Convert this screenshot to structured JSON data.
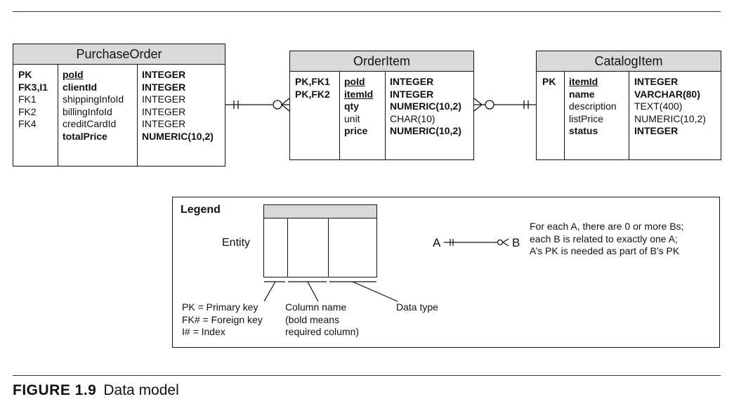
{
  "entities": {
    "purchase_order": {
      "title": "PurchaseOrder",
      "rows": [
        {
          "key": "PK",
          "name": "poId",
          "type": "INTEGER"
        },
        {
          "key": "FK3,I1",
          "name": "clientId",
          "type": "INTEGER"
        },
        {
          "key": "FK1",
          "name": "shippingInfoId",
          "type": "INTEGER"
        },
        {
          "key": "FK2",
          "name": "billingInfoId",
          "type": "INTEGER"
        },
        {
          "key": "FK4",
          "name": "creditCardId",
          "type": "INTEGER"
        },
        {
          "key": "",
          "name": "totalPrice",
          "type": "NUMERIC(10,2)"
        }
      ]
    },
    "order_item": {
      "title": "OrderItem",
      "rows": [
        {
          "key": "PK,FK1",
          "name": "poId",
          "type": "INTEGER"
        },
        {
          "key": "PK,FK2",
          "name": "itemId",
          "type": "INTEGER"
        },
        {
          "key": "",
          "name": "qty",
          "type": "NUMERIC(10,2)"
        },
        {
          "key": "",
          "name": "unit",
          "type": "CHAR(10)"
        },
        {
          "key": "",
          "name": "price",
          "type": "NUMERIC(10,2)"
        }
      ]
    },
    "catalog_item": {
      "title": "CatalogItem",
      "rows": [
        {
          "key": "PK",
          "name": "itemId",
          "type": "INTEGER"
        },
        {
          "key": "",
          "name": "name",
          "type": "VARCHAR(80)"
        },
        {
          "key": "",
          "name": "description",
          "type": "TEXT(400)"
        },
        {
          "key": "",
          "name": "listPrice",
          "type": "NUMERIC(10,2)"
        },
        {
          "key": "",
          "name": "status",
          "type": "INTEGER"
        }
      ]
    }
  },
  "legend": {
    "title": "Legend",
    "entity_label": "Entity",
    "a_label": "A",
    "b_label": "B",
    "relationship_text": [
      "For each A, there are 0 or more Bs;",
      "each B is related to exactly one A;",
      "A’s PK is needed as part of B’s PK"
    ],
    "key_text": [
      "PK = Primary key",
      "FK# = Foreign key",
      "I# = Index"
    ],
    "column_text": [
      "Column name",
      "(bold means",
      "required column)"
    ],
    "type_text": "Data type"
  },
  "caption": {
    "number": "FIGURE 1.9",
    "text": "Data model"
  }
}
